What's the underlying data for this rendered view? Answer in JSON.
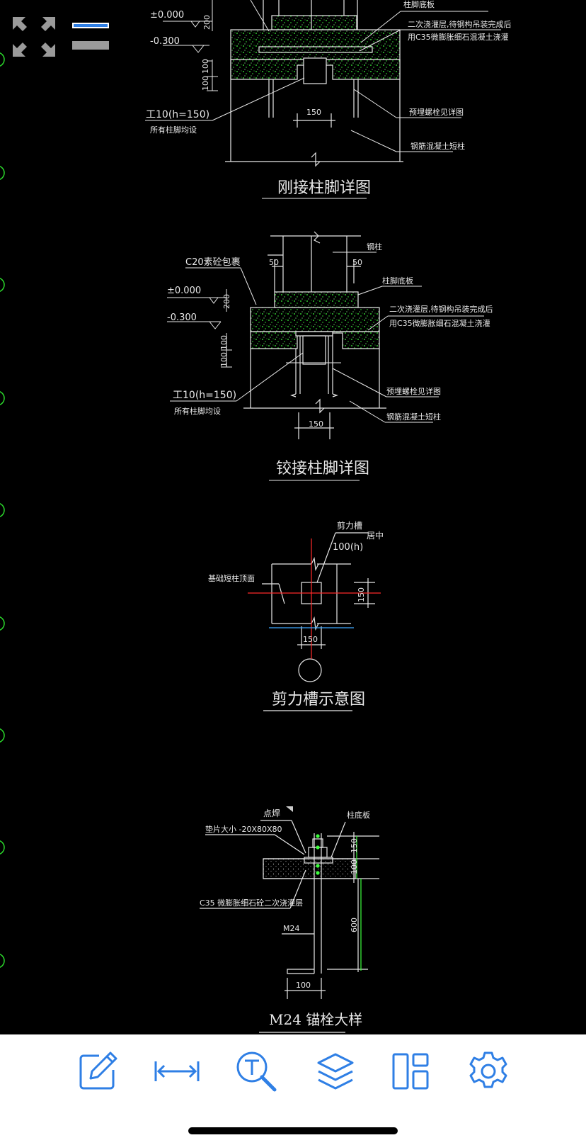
{
  "app": {
    "accent_color": "#2f7fe5"
  },
  "overlay": {
    "fullscreen_icon": "expand-arrows-icon",
    "layer_icon": "layer-lines-icon"
  },
  "drawings": {
    "rigid": {
      "title": "刚接柱脚详图",
      "level_0": "±0.000",
      "level_1": "-0.300",
      "dim_200": "200",
      "dim_100a": "100",
      "dim_100b": "100",
      "dim_150": "150",
      "i_beam": "工10(h=150)",
      "i_beam_note": "所有柱脚均设",
      "note_baseplate": "柱脚底板",
      "note_grout_1": "二次浇灌层,待钢构吊装完成后",
      "note_grout_2": "用C35微膨胀细石混凝土浇灌",
      "note_anchor": "预埋螺栓见详图",
      "note_pier": "钢筋混凝土短柱"
    },
    "pinned": {
      "title": "铰接柱脚详图",
      "encase": "C20素砼包裹",
      "column": "钢柱",
      "dim_50a": "50",
      "dim_50b": "50",
      "level_0": "±0.000",
      "level_1": "-0.300",
      "dim_200": "200",
      "dim_100a": "100",
      "dim_100b": "100",
      "dim_150": "150",
      "i_beam": "工10(h=150)",
      "i_beam_note": "所有柱脚均设",
      "note_baseplate": "柱脚底板",
      "note_grout_1": "二次浇灌层,待钢构吊装完成后",
      "note_grout_2": "用C35微膨胀细石混凝土浇灌",
      "note_anchor": "预埋螺栓见详图",
      "note_pier": "钢筋混凝土短柱"
    },
    "shear": {
      "title": "剪力槽示意图",
      "label_slot": "剪力槽",
      "label_size": "100(h)",
      "label_center": "居中",
      "label_face": "基础短柱顶面",
      "dim_150a": "150",
      "dim_150b": "150"
    },
    "anchor": {
      "title": "M24 锚栓大样",
      "weld": "点焊",
      "washer": "垫片大小 -20X80X80",
      "baseplate": "柱底板",
      "grout": "C35 微膨胀细石砼二次浇灌层",
      "bolt": "M24",
      "dim_150": "150",
      "dim_100": "100",
      "dim_600": "600",
      "dim_bottom": "100"
    }
  },
  "toolbar": {
    "items": [
      {
        "name": "edit",
        "icon": "edit-pencil-icon"
      },
      {
        "name": "measure",
        "icon": "measure-distance-icon"
      },
      {
        "name": "text-search",
        "icon": "text-search-icon"
      },
      {
        "name": "layers",
        "icon": "layers-icon"
      },
      {
        "name": "layout",
        "icon": "layout-icon"
      },
      {
        "name": "settings",
        "icon": "gear-icon"
      }
    ]
  }
}
